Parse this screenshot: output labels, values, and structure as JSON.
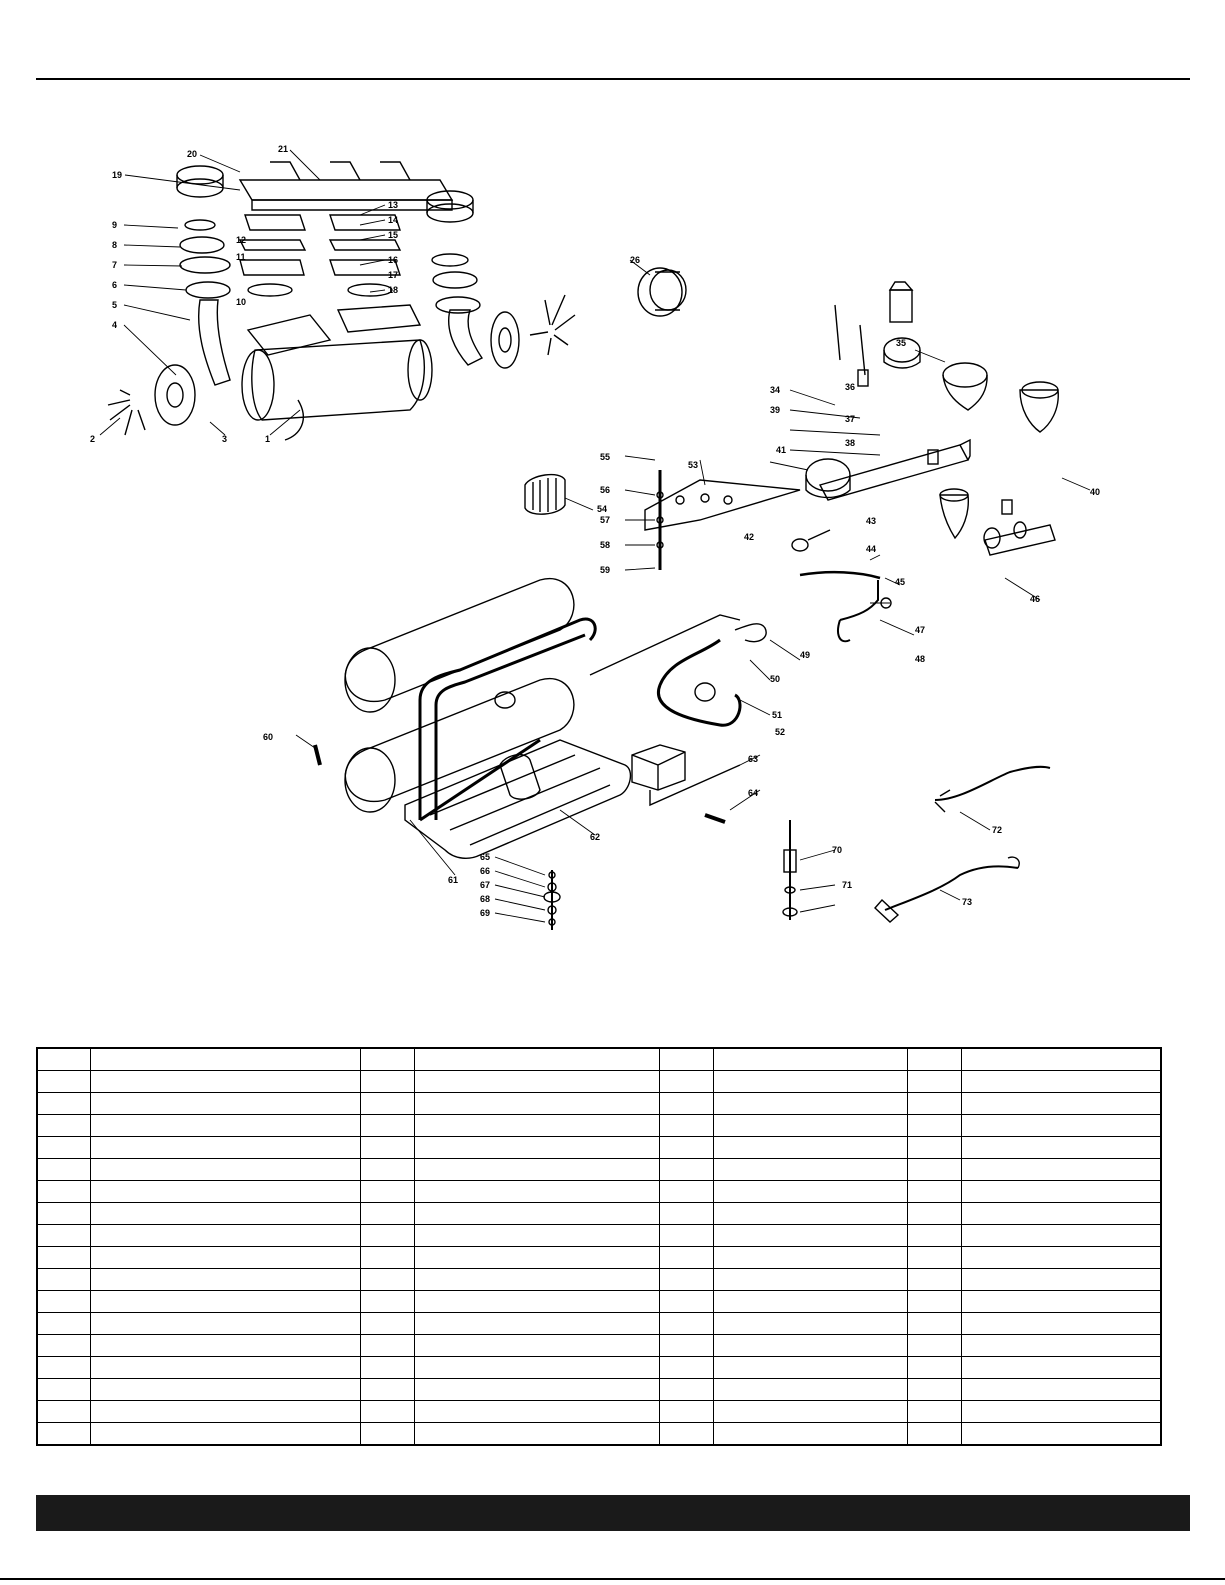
{
  "diagram": {
    "callouts": [
      "20",
      "21",
      "19",
      "9",
      "8",
      "7",
      "6",
      "5",
      "4",
      "13",
      "14",
      "15",
      "16",
      "17",
      "18",
      "12",
      "11",
      "10",
      "2",
      "3",
      "1",
      "26",
      "35",
      "34",
      "36",
      "37",
      "38",
      "39",
      "40",
      "41",
      "42",
      "43",
      "44",
      "45",
      "46",
      "47",
      "48",
      "49",
      "50",
      "51",
      "52",
      "53",
      "54",
      "55",
      "56",
      "57",
      "58",
      "59",
      "60",
      "61",
      "62",
      "63",
      "64",
      "65",
      "66",
      "67",
      "68",
      "69",
      "70",
      "71",
      "72",
      "73"
    ]
  },
  "parts_table": {
    "columns": 8,
    "rows": 18,
    "cells": []
  }
}
